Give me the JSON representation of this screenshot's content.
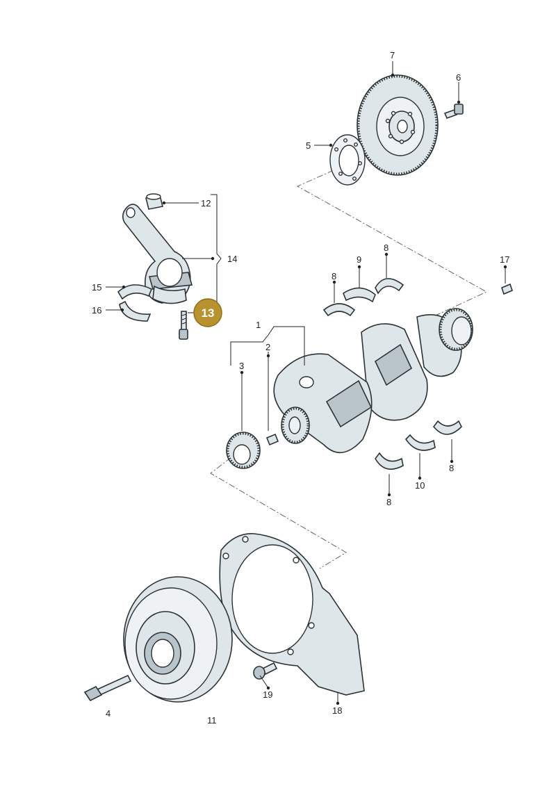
{
  "callouts": {
    "c1": "1",
    "c2": "2",
    "c3": "3",
    "c4": "4",
    "c5": "5",
    "c6": "6",
    "c7": "7",
    "c8a": "8",
    "c8b": "8",
    "c8c": "8",
    "c8d": "8",
    "c9": "9",
    "c10": "10",
    "c11": "11",
    "c12": "12",
    "c14": "14",
    "c15": "15",
    "c16": "16",
    "c17": "17",
    "c18": "18",
    "c19": "19"
  },
  "highlight": {
    "label": "13",
    "color": "#b8922e"
  }
}
